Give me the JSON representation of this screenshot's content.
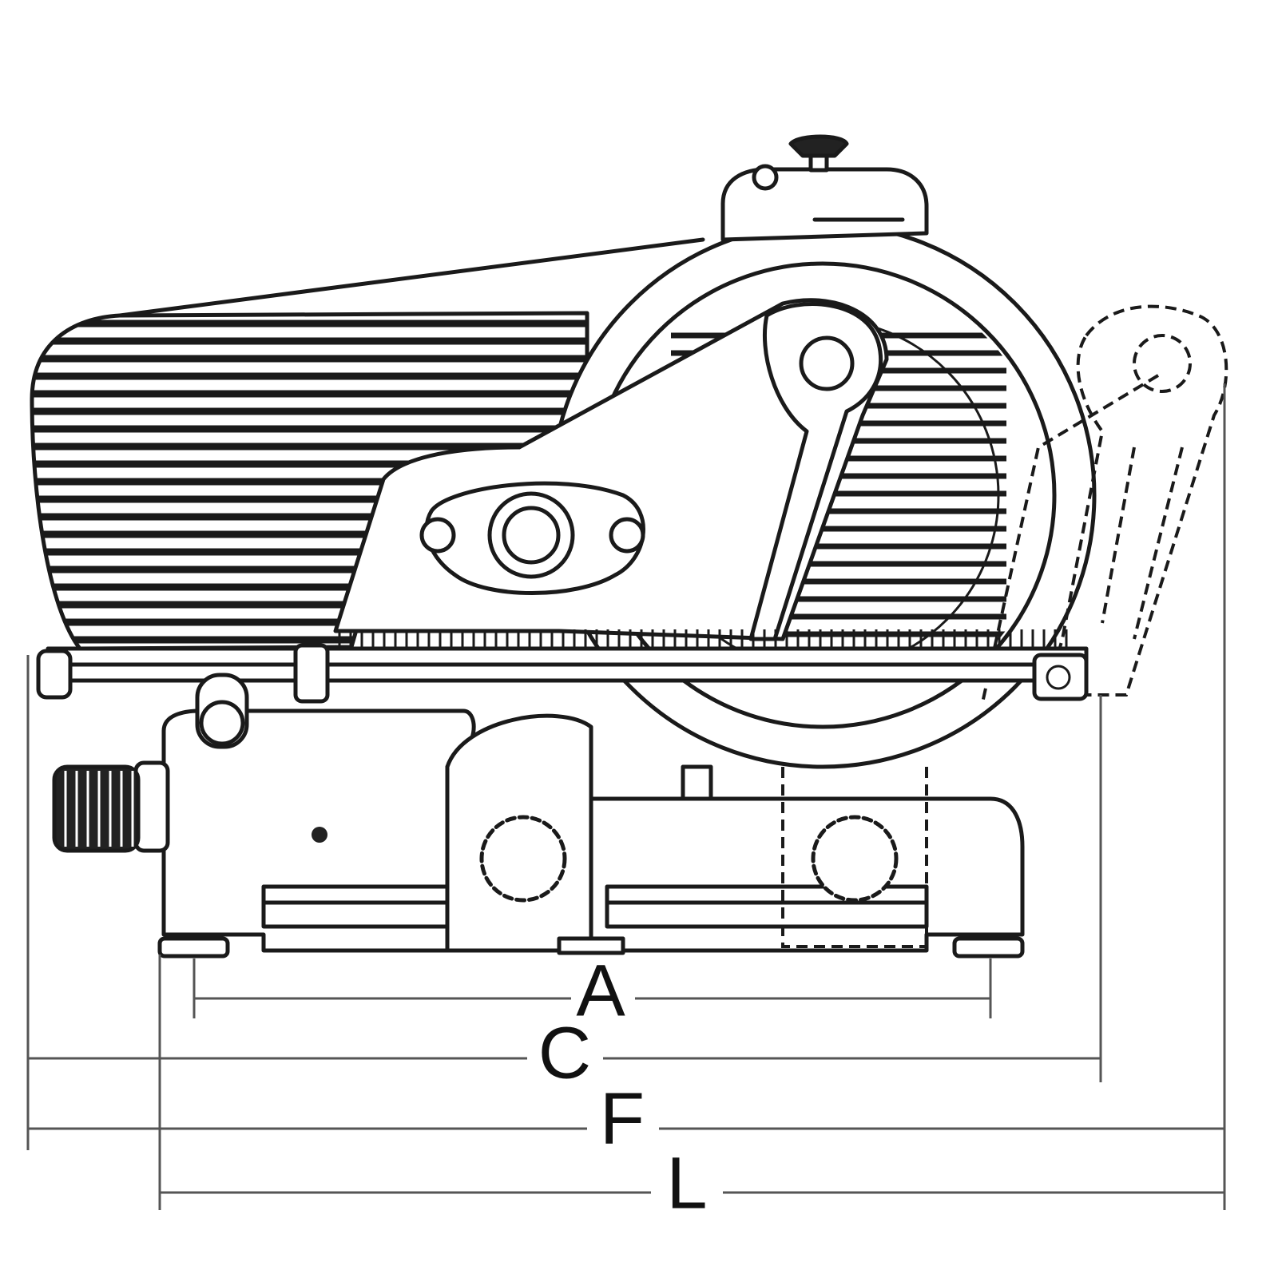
{
  "diagram": {
    "dimensions": {
      "a": "A",
      "c": "C",
      "f": "F",
      "l": "L"
    }
  },
  "colors": {
    "line": "#1a1a1a",
    "background": "#ffffff"
  }
}
